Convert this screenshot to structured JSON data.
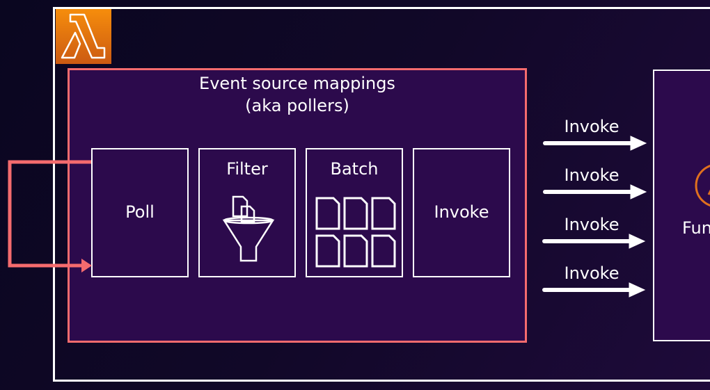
{
  "title": "Event source mappings",
  "subtitle": "(aka pollers)",
  "steps": [
    "Poll",
    "Filter",
    "Batch",
    "Invoke"
  ],
  "invoke_labels": [
    "Invoke",
    "Invoke",
    "Invoke",
    "Invoke"
  ],
  "function_label": "Function",
  "colors": {
    "accent": "#f56b6e",
    "box": "#2c0a4c",
    "lambda": "#f68d0c"
  }
}
